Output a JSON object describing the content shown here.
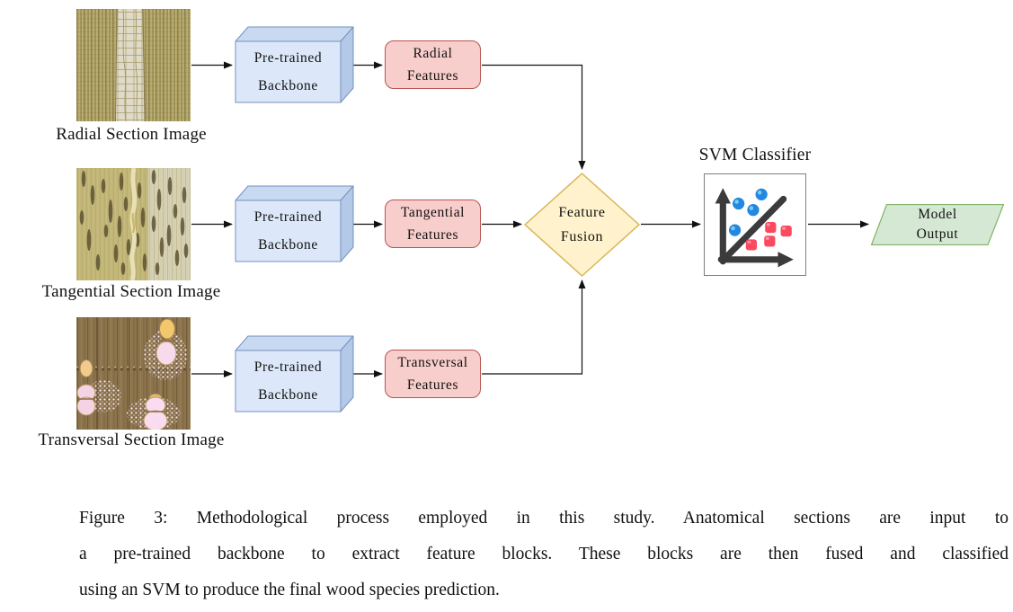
{
  "figure": {
    "rows": [
      {
        "section_label": "Radial Section Image",
        "backbone_line1": "Pre-trained",
        "backbone_line2": "Backbone",
        "features_line1": "Radial",
        "features_line2": "Features"
      },
      {
        "section_label": "Tangential Section Image",
        "backbone_line1": "Pre-trained",
        "backbone_line2": "Backbone",
        "features_line1": "Tangential",
        "features_line2": "Features"
      },
      {
        "section_label": "Transversal Section Image",
        "backbone_line1": "Pre-trained",
        "backbone_line2": "Backbone",
        "features_line1": "Transversal",
        "features_line2": "Features"
      }
    ],
    "fusion": {
      "line1": "Feature",
      "line2": "Fusion"
    },
    "svm": {
      "label": "SVM Classifier"
    },
    "output": {
      "line1": "Model",
      "line2": "Output"
    },
    "caption": {
      "line1": "Figure 3: Methodological process employed in this study. Anatomical sections are input to",
      "line2": "a pre-trained backbone to extract feature blocks. These blocks are then fused and classified",
      "line3": "using an SVM to produce the final wood species prediction."
    },
    "colors": {
      "backbone_fill": "#dae8fc",
      "backbone_top": "#c8d9f2",
      "backbone_side": "#b4c9e8",
      "backbone_stroke": "#6c8ebf",
      "features_fill": "#f8cecc",
      "features_stroke": "#b85450",
      "fusion_fill": "#fff2cc",
      "fusion_stroke": "#d6b656",
      "output_fill": "#d5e8d4",
      "output_stroke": "#82b366",
      "svm_point_blue": "#2288e0",
      "svm_point_red": "#fb4a5f",
      "arrow": "#111111"
    }
  }
}
